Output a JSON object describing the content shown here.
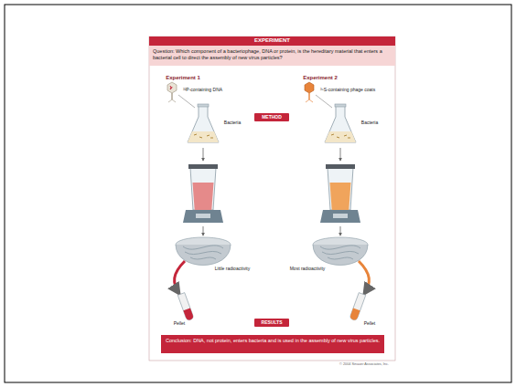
{
  "diagram": {
    "nodes": [
      {
        "text": [
          "EXPERIMENT"
        ]
      },
      {
        "text": [
          "Question: Which component of a bacteriophage, DNA or protein, is the hereditary material that enters a bacterial cell to direct the assembly of new virus particles?"
        ]
      },
      {
        "text": [
          "METHOD"
        ]
      },
      {
        "text": [
          "RESULTS"
        ]
      },
      {
        "text": [
          "Conclusion: DNA, not protein, enters bacteria and is used in the assembly of new virus particles."
        ]
      }
    ],
    "labels": [
      "Experiment 1",
      "Experiment 2",
      "³²P-containing DNA",
      "³⁵S-containing phage coats",
      "Bacteria",
      "Bacteria",
      "Little radioactivity",
      "Most radioactivity",
      "Pellet",
      "Pellet",
      "© 2004 Sinauer Associates, Inc."
    ]
  }
}
